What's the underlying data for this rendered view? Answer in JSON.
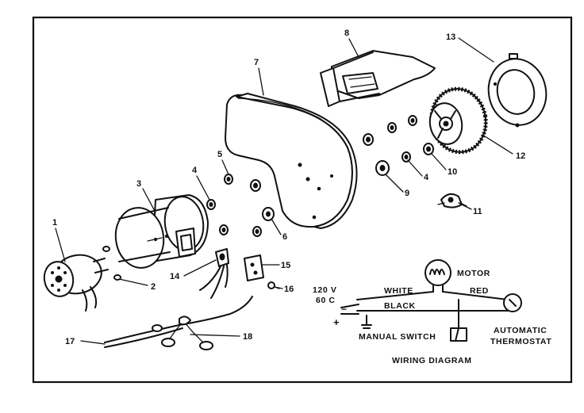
{
  "parts": [
    {
      "id": "1",
      "label": "1"
    },
    {
      "id": "2",
      "label": "2"
    },
    {
      "id": "3",
      "label": "3"
    },
    {
      "id": "4a",
      "label": "4"
    },
    {
      "id": "4b",
      "label": "4"
    },
    {
      "id": "5",
      "label": "5"
    },
    {
      "id": "6",
      "label": "6"
    },
    {
      "id": "7",
      "label": "7"
    },
    {
      "id": "8",
      "label": "8"
    },
    {
      "id": "9",
      "label": "9"
    },
    {
      "id": "10",
      "label": "10"
    },
    {
      "id": "11",
      "label": "11"
    },
    {
      "id": "12",
      "label": "12"
    },
    {
      "id": "13",
      "label": "13"
    },
    {
      "id": "14",
      "label": "14"
    },
    {
      "id": "15",
      "label": "15"
    },
    {
      "id": "16",
      "label": "16"
    },
    {
      "id": "17",
      "label": "17"
    },
    {
      "id": "18",
      "label": "18"
    }
  ],
  "wiring": {
    "motor": "MOTOR",
    "white": "WHITE",
    "red": "RED",
    "black": "BLACK",
    "voltage": "120 V",
    "frequency": "60 C",
    "plus": "+",
    "minus": "−",
    "manual_switch": "MANUAL SWITCH",
    "automatic": "AUTOMATIC",
    "thermostat": "THERMOSTAT",
    "title": "WIRING DIAGRAM"
  }
}
